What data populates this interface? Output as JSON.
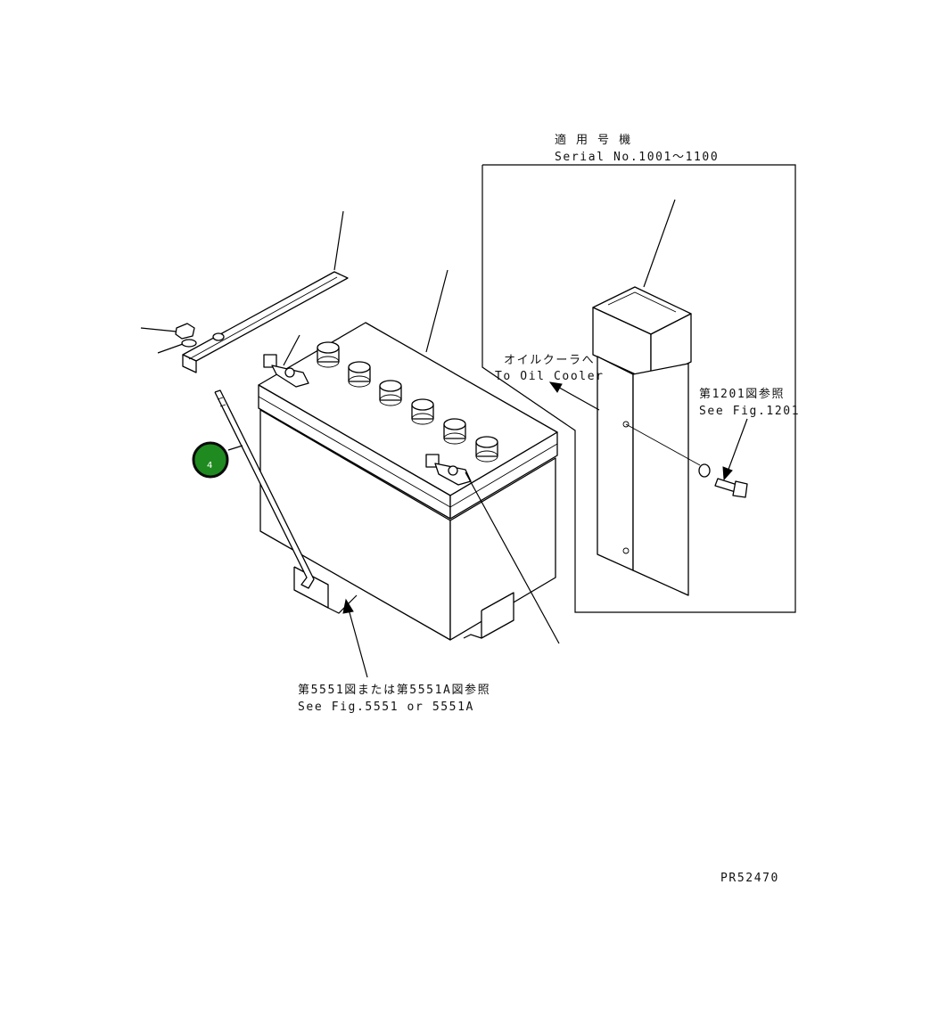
{
  "labels": {
    "serial_jp": "適 用 号 機",
    "serial_en": "Serial No.1001〜1100",
    "oil_cooler_jp": "オイルクーラへ",
    "oil_cooler_en": "To Oil Cooler",
    "fig1201_jp": "第1201図参照",
    "fig1201_en": "See Fig.1201",
    "fig5551_jp": "第5551図または第5551A図参照",
    "fig5551_en": "See Fig.5551 or 5551A",
    "drawing_no": "PR52470"
  },
  "callouts": [
    {
      "number": "4",
      "color": "#1f8a1f"
    }
  ]
}
